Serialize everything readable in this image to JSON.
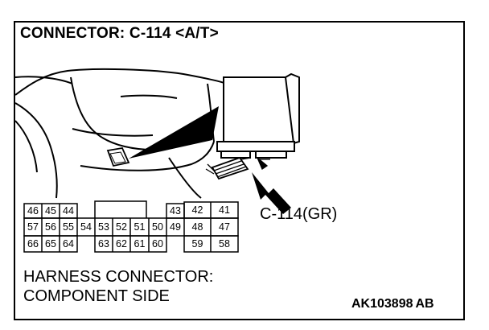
{
  "title": "CONNECTOR: C-114 <A/T>",
  "callout_label": "C-114(GR)",
  "caption": {
    "line1": "HARNESS CONNECTOR:",
    "line2": "COMPONENT SIDE"
  },
  "reference": {
    "code": "AK103898",
    "suffix": "AB"
  },
  "pins": {
    "top_left": [
      "46",
      "45",
      "44"
    ],
    "top_right": [
      "43",
      "42",
      "41"
    ],
    "middle": [
      "57",
      "56",
      "55",
      "54",
      "53",
      "52",
      "51",
      "50",
      "49",
      "48",
      "47"
    ],
    "bottom_left": [
      "66",
      "65",
      "64"
    ],
    "bottom_center": [
      "63",
      "62",
      "61",
      "60"
    ],
    "bottom_right": [
      "59",
      "58"
    ]
  }
}
